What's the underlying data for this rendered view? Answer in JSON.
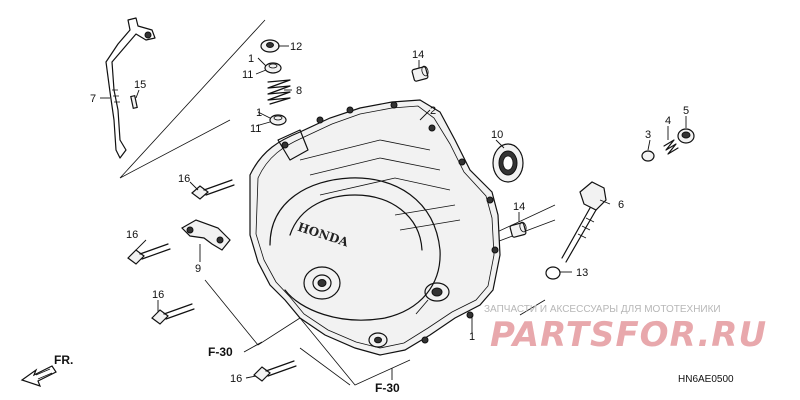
{
  "diagram": {
    "part_labels": {
      "p1a": "1",
      "p1b": "1",
      "p1c": "1",
      "p2": "2",
      "p3": "3",
      "p4": "4",
      "p5": "5",
      "p6": "6",
      "p7": "7",
      "p8": "8",
      "p9": "9",
      "p10": "10",
      "p11a": "11",
      "p11b": "11",
      "p12": "12",
      "p13": "13",
      "p14a": "14",
      "p14b": "14",
      "p15": "15",
      "p16a": "16",
      "p16b": "16",
      "p16c": "16",
      "p16d": "16"
    },
    "refs": {
      "front": "FR.",
      "f30_left": "F-30",
      "f30_bottom": "F-30"
    },
    "cover_brand": "HONDA",
    "diagram_code": "HN6AE0500"
  },
  "watermark": {
    "tagline": "ЗАПЧАСТИ И АКСЕССУАРЫ ДЛЯ МОТОТЕХНИКИ",
    "logo_text": "PARTSFOR.RU",
    "logo_color": "#e8a8ac"
  }
}
